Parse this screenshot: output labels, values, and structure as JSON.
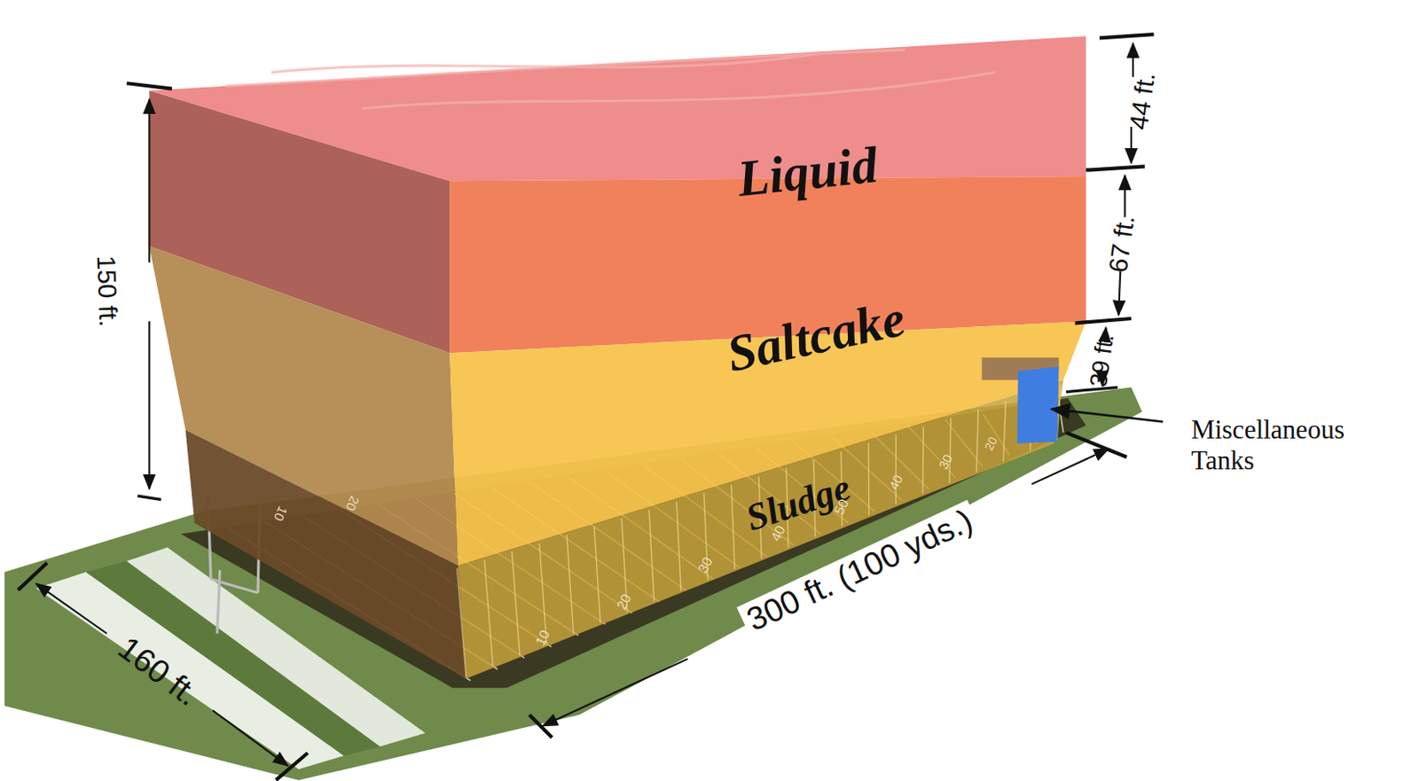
{
  "diagram": {
    "nodes": [
      {
        "text": [
          "Liquid"
        ]
      },
      {
        "text": [
          "Saltcake"
        ]
      },
      {
        "text": [
          "Sludge"
        ]
      }
    ],
    "labels": [
      "150 ft.",
      "44 ft.",
      "67 ft.",
      "39 ft.",
      "Miscellaneous Tanks",
      "300 ft. (100 yds.)",
      "160 ft.",
      "10",
      "20",
      "30",
      "40",
      "50",
      "40",
      "30",
      "20",
      "10",
      "20"
    ]
  }
}
